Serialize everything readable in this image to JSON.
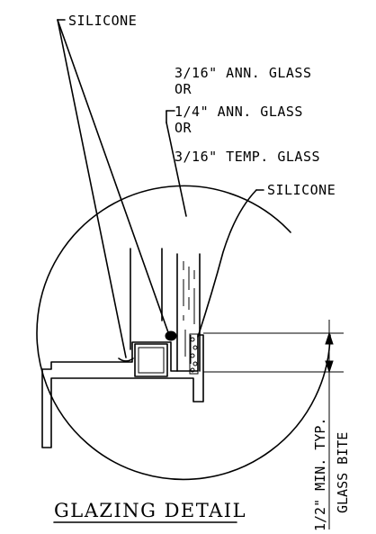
{
  "callouts": {
    "silicone_top": "SILICONE",
    "glass_line1": "3/16\" ANN. GLASS",
    "or_1": "OR",
    "glass_line2": "1/4\" ANN. GLASS",
    "or_2": "OR",
    "glass_line3": "3/16\" TEMP. GLASS",
    "silicone_right": "SILICONE"
  },
  "dimension": {
    "value": "1/2\" MIN. TYP.",
    "label": "GLASS BITE"
  },
  "title": "GLAZING DETAIL",
  "colors": {
    "ink": "#000000",
    "background": "#ffffff"
  }
}
